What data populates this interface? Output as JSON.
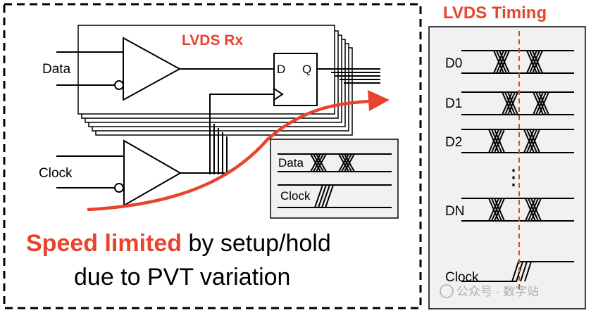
{
  "colors": {
    "accent": "#e8432d",
    "line": "#000000",
    "panel": "#f1f1f1",
    "background": "#ffffff"
  },
  "rx_block": {
    "title": "LVDS Rx",
    "data_label": "Data",
    "clock_label": "Clock",
    "ff_d": "D",
    "ff_q": "Q"
  },
  "inset": {
    "data_label": "Data",
    "clock_label": "Clock"
  },
  "caption": {
    "highlight": "Speed limited",
    "rest_line1": " by setup/hold",
    "line2": "due to PVT variation"
  },
  "timing_panel": {
    "title": "LVDS Timing",
    "lanes": [
      "D0",
      "D1",
      "D2",
      "DN"
    ],
    "ellipsis": "⋮",
    "clock_label": "Clock"
  },
  "watermark": {
    "text": "公众号 · 数字站"
  }
}
